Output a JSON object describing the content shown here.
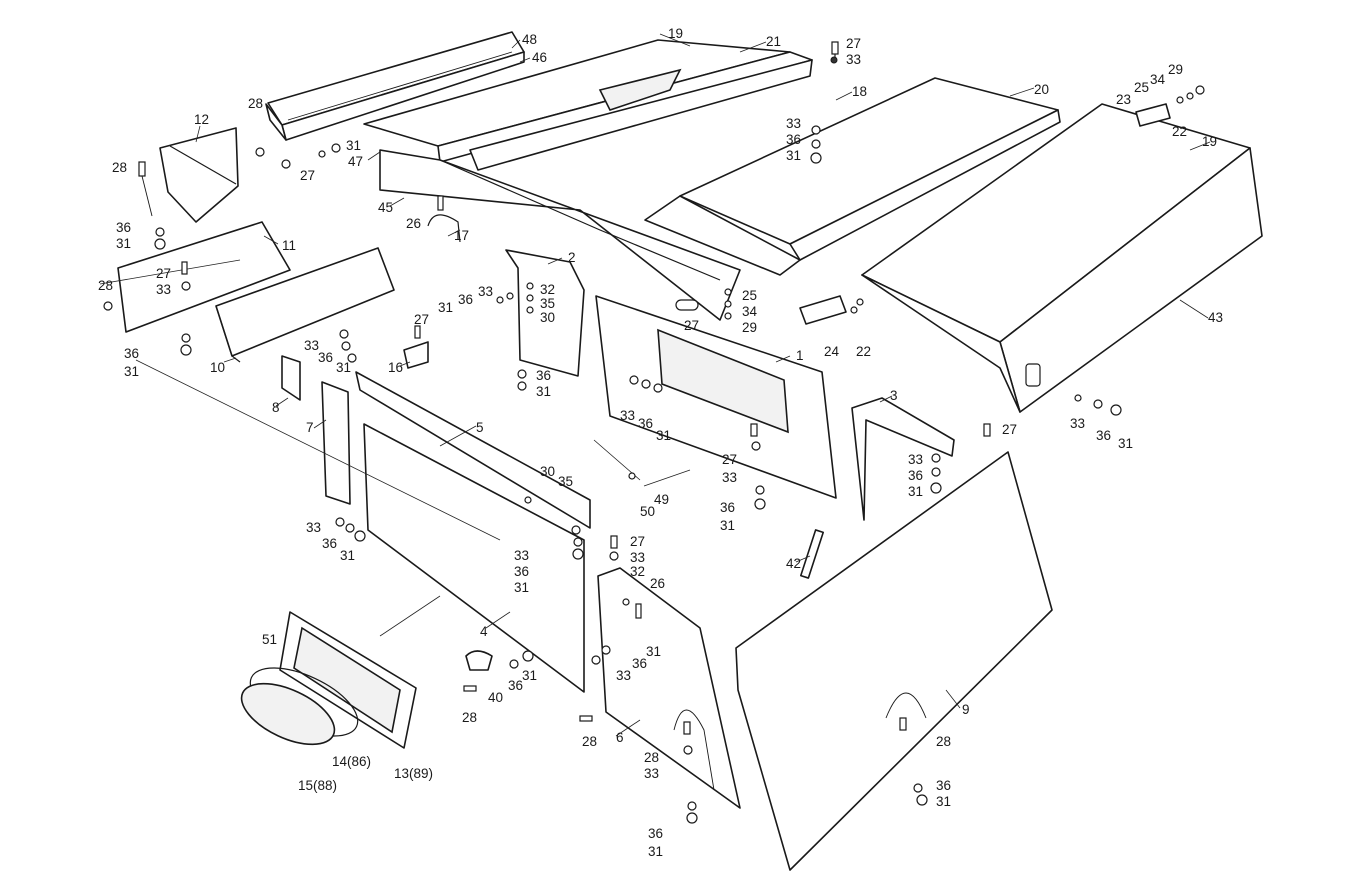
{
  "callouts": {
    "c1": "1",
    "c2": "2",
    "c3": "3",
    "c4": "4",
    "c5": "5",
    "c6": "6",
    "c7": "7",
    "c8": "8",
    "c9": "9",
    "c10": "10",
    "c11": "11",
    "c12": "12",
    "c16": "16",
    "c17": "17",
    "c18": "18",
    "c19a": "19",
    "c19b": "19",
    "c20": "20",
    "c21": "21",
    "c22a": "22",
    "c22b": "22",
    "c23": "23",
    "c24": "24",
    "c25a": "25",
    "c25b": "25",
    "c26a": "26",
    "c26b": "26",
    "c27": "27",
    "c29a": "29",
    "c29b": "29",
    "c30a": "30",
    "c30b": "30",
    "c32a": "32",
    "c32b": "32",
    "c34a": "34",
    "c34b": "34",
    "c35a": "35",
    "c35b": "35",
    "c40": "40",
    "c42": "42",
    "c43": "43",
    "c45": "45",
    "c46": "46",
    "c47": "47",
    "c48": "48",
    "c49": "49",
    "c50": "50",
    "c51": "51",
    "c13": "13(89)",
    "c14": "14(86)",
    "c15": "15(88)",
    "h27": "27",
    "h28": "28",
    "h31": "31",
    "h33": "33",
    "h36": "36"
  }
}
